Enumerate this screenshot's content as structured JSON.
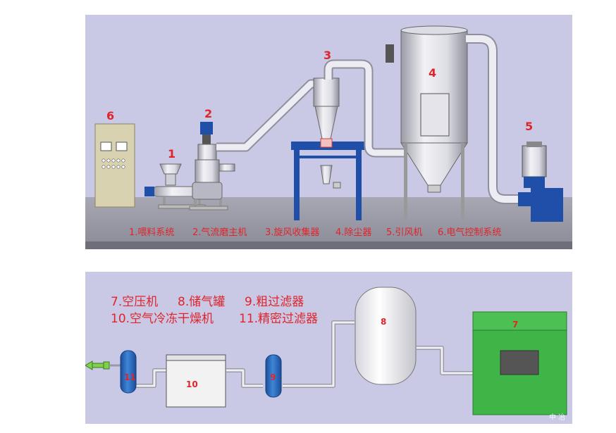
{
  "top": {
    "numbers": {
      "n1": "1",
      "n2": "2",
      "n3": "3",
      "n4": "4",
      "n5": "5",
      "n6": "6"
    },
    "captions": [
      "1.喂料系统",
      "2.气流磨主机",
      "3.旋风收集器",
      "4.除尘器",
      "5.引风机",
      "6.电气控制系统"
    ]
  },
  "bottom": {
    "legend_line1": [
      "7.空压机",
      "8.储气罐",
      "9.粗过滤器"
    ],
    "legend_line2": [
      "10.空气冷冻干燥机",
      "11.精密过滤器"
    ],
    "units": {
      "u7": "7",
      "u8": "8",
      "u9": "9",
      "u10": "10",
      "u11": "11"
    }
  },
  "watermark": "中 冶",
  "colors": {
    "panel_bg": "#c9c9e6",
    "label_red": "#e0242a",
    "pipe_white": "#e8e8ee",
    "stand_blue": "#1f4fa8",
    "compressor_green": "#3fb548",
    "filter_blue": "#2a63b8"
  }
}
